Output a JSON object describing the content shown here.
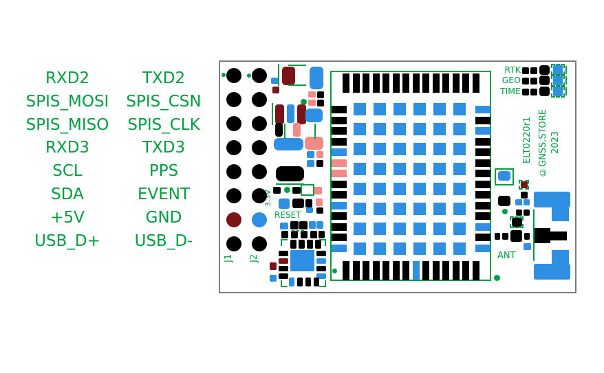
{
  "pin_labels": {
    "left_column": [
      "RXD2",
      "SPIS_MOSI",
      "SPIS_MISO",
      "RXD3",
      "SCL",
      "SDA",
      "+5V",
      "USB_D+"
    ],
    "right_column": [
      "TXD2",
      "SPIS_CSN",
      "SPIS_CLK",
      "TXD3",
      "PPS",
      "EVENT",
      "GND",
      "USB_D-"
    ]
  },
  "silkscreen": {
    "j1": "J1",
    "j2": "J2",
    "v33": "3.3V",
    "reset": "RESET",
    "ant": "ANT",
    "led_labels": [
      "RTK",
      "GEO",
      "TIME"
    ],
    "board_name": "ELT0220r1",
    "store": "©GNSS.STORE",
    "year": "2023"
  },
  "colors": {
    "silk_green": "#009E40",
    "pad_black": "#000000",
    "pad_blue": "#2E8FE3",
    "pad_pink": "#F48A88",
    "pad_maroon": "#7A1418",
    "board_border": "#7D7D7D",
    "background": "#FFFFFF"
  },
  "module": {
    "grid": {
      "rows": 8,
      "cols": 6
    },
    "top_pads": [
      "k",
      "k",
      "k",
      "k",
      "k",
      "k",
      "k",
      "k",
      "k",
      "k",
      "k",
      "k",
      "k",
      "k"
    ],
    "bottom_pads": [
      "k",
      "k",
      "k",
      "k",
      "k",
      "k",
      "k",
      "b",
      "k",
      "k",
      "k",
      "k",
      "k",
      "k"
    ],
    "left_pads": [
      "k",
      "k",
      "k",
      "k",
      "b",
      "p",
      "p",
      "k",
      "k",
      "b",
      "k",
      "k",
      "k",
      "b"
    ],
    "right_pads": [
      "b",
      "k",
      "b",
      "k",
      "k",
      "k",
      "k",
      "k",
      "k",
      "k",
      "k",
      "b",
      "k",
      "b"
    ]
  },
  "components": {
    "circles": [
      [
        2,
        16,
        6,
        "g"
      ],
      [
        39,
        17,
        6,
        "g"
      ],
      [
        9,
        9,
        22,
        "k"
      ],
      [
        9,
        44,
        22,
        "k"
      ],
      [
        9,
        79,
        22,
        "k"
      ],
      [
        9,
        114,
        22,
        "k"
      ],
      [
        9,
        149,
        22,
        "k"
      ],
      [
        9,
        184,
        22,
        "k"
      ],
      [
        9,
        219,
        22,
        "m"
      ],
      [
        9,
        254,
        22,
        "k"
      ],
      [
        46,
        9,
        22,
        "k"
      ],
      [
        46,
        44,
        22,
        "k"
      ],
      [
        46,
        79,
        22,
        "k"
      ],
      [
        46,
        114,
        22,
        "k"
      ],
      [
        46,
        149,
        22,
        "k"
      ],
      [
        46,
        184,
        22,
        "k"
      ],
      [
        46,
        219,
        22,
        "b"
      ],
      [
        46,
        254,
        22,
        "k"
      ],
      [
        117,
        54,
        9,
        "g"
      ],
      [
        93,
        182,
        9,
        "g"
      ],
      [
        163,
        301,
        7,
        "g"
      ],
      [
        410,
        214,
        8,
        "g"
      ],
      [
        398,
        310,
        9,
        "g"
      ]
    ],
    "rects": [
      [
        90,
        7,
        19,
        27,
        "m",
        5
      ],
      [
        130,
        7,
        20,
        33,
        "b",
        6
      ],
      [
        74,
        23,
        11,
        9,
        "b",
        2
      ],
      [
        76,
        36,
        10,
        10,
        "m",
        2
      ],
      [
        128,
        43,
        11,
        9,
        "p",
        2
      ],
      [
        141,
        43,
        10,
        10,
        "k",
        2
      ],
      [
        128,
        55,
        11,
        9,
        "p",
        2
      ],
      [
        141,
        55,
        10,
        10,
        "k",
        2
      ],
      [
        80,
        62,
        13,
        29,
        "m",
        4
      ],
      [
        97,
        62,
        11,
        27,
        "b",
        3
      ],
      [
        112,
        62,
        13,
        29,
        "m",
        4
      ],
      [
        124,
        68,
        25,
        20,
        "b",
        6
      ],
      [
        80,
        89,
        11,
        20,
        "k",
        4
      ],
      [
        106,
        89,
        11,
        20,
        "p",
        3
      ],
      [
        78,
        111,
        43,
        18,
        "b",
        7
      ],
      [
        123,
        109,
        27,
        19,
        "p",
        6
      ],
      [
        126,
        130,
        11,
        10,
        "b",
        2
      ],
      [
        140,
        130,
        10,
        10,
        "p",
        2
      ],
      [
        126,
        143,
        11,
        10,
        "b",
        2
      ],
      [
        140,
        143,
        10,
        10,
        "k",
        2
      ],
      [
        81,
        152,
        41,
        22,
        "k",
        8
      ],
      [
        77,
        182,
        11,
        10,
        "k",
        2
      ],
      [
        105,
        182,
        12,
        10,
        "k",
        2
      ],
      [
        135,
        182,
        13,
        11,
        "p",
        2
      ],
      [
        85,
        199,
        16,
        15,
        "b",
        3
      ],
      [
        105,
        199,
        17,
        14,
        "k",
        3
      ],
      [
        124,
        200,
        10,
        12,
        "k",
        2
      ],
      [
        139,
        199,
        10,
        11,
        "p",
        2
      ],
      [
        125,
        212,
        10,
        8,
        "b",
        2
      ],
      [
        140,
        212,
        10,
        9,
        "k",
        2
      ],
      [
        87,
        234,
        12,
        10,
        "b",
        2
      ],
      [
        102,
        232,
        12,
        12,
        "k",
        2
      ],
      [
        115,
        232,
        12,
        12,
        "k",
        2
      ],
      [
        129,
        232,
        10,
        11,
        "b",
        2
      ],
      [
        140,
        232,
        10,
        11,
        "b",
        2
      ],
      [
        89,
        246,
        10,
        11,
        "k",
        2
      ],
      [
        103,
        246,
        10,
        11,
        "k",
        2
      ],
      [
        117,
        246,
        10,
        11,
        "k",
        2
      ],
      [
        131,
        246,
        10,
        11,
        "k",
        2
      ],
      [
        143,
        246,
        9,
        11,
        "k",
        2
      ],
      [
        102,
        259,
        9,
        13,
        "k",
        2
      ],
      [
        114,
        259,
        9,
        13,
        "k",
        2
      ],
      [
        126,
        259,
        9,
        13,
        "k",
        2
      ],
      [
        138,
        259,
        9,
        13,
        "k",
        2
      ],
      [
        102,
        274,
        35,
        31,
        "b",
        2
      ],
      [
        85,
        275,
        14,
        8,
        "k",
        2
      ],
      [
        85,
        286,
        14,
        8,
        "m",
        2
      ],
      [
        85,
        297,
        14,
        8,
        "k",
        2
      ],
      [
        85,
        308,
        14,
        8,
        "k",
        2
      ],
      [
        140,
        275,
        14,
        8,
        "k",
        2
      ],
      [
        140,
        286,
        14,
        8,
        "b",
        2
      ],
      [
        140,
        297,
        14,
        8,
        "k",
        2
      ],
      [
        140,
        308,
        14,
        8,
        "b",
        2
      ],
      [
        100,
        314,
        8,
        13,
        "b",
        2
      ],
      [
        112,
        314,
        8,
        13,
        "k",
        2
      ],
      [
        124,
        314,
        8,
        13,
        "k",
        2
      ],
      [
        136,
        314,
        8,
        13,
        "k",
        2
      ],
      [
        72,
        292,
        10,
        11,
        "m",
        2
      ],
      [
        72,
        310,
        10,
        10,
        "b",
        2
      ],
      [
        439,
        8,
        10,
        10,
        "k",
        2
      ],
      [
        451,
        8,
        10,
        10,
        "k",
        2
      ],
      [
        464,
        5,
        15,
        14,
        "k",
        4
      ],
      [
        484,
        5,
        14,
        14,
        "b",
        2
      ],
      [
        439,
        23,
        10,
        10,
        "k",
        2
      ],
      [
        451,
        23,
        10,
        10,
        "k",
        2
      ],
      [
        464,
        20,
        15,
        14,
        "k",
        4
      ],
      [
        484,
        20,
        14,
        14,
        "b",
        2
      ],
      [
        439,
        39,
        10,
        10,
        "k",
        2
      ],
      [
        451,
        39,
        10,
        10,
        "k",
        2
      ],
      [
        464,
        36,
        15,
        14,
        "k",
        4
      ],
      [
        484,
        36,
        14,
        14,
        "b",
        2
      ],
      [
        404,
        159,
        18,
        14,
        "b",
        4
      ],
      [
        437,
        174,
        10,
        10,
        "m",
        2
      ],
      [
        437,
        189,
        10,
        10,
        "k",
        2
      ],
      [
        404,
        195,
        18,
        15,
        "k",
        4
      ],
      [
        429,
        200,
        10,
        9,
        "b",
        2
      ],
      [
        441,
        200,
        9,
        9,
        "b",
        2
      ],
      [
        430,
        215,
        9,
        9,
        "k",
        2
      ],
      [
        441,
        215,
        9,
        9,
        "k",
        2
      ],
      [
        424,
        227,
        15,
        13,
        "k",
        3
      ],
      [
        399,
        249,
        8,
        10,
        "k",
        2
      ],
      [
        410,
        249,
        9,
        10,
        "k",
        2
      ],
      [
        422,
        245,
        17,
        17,
        "k",
        3
      ],
      [
        442,
        249,
        8,
        10,
        "k",
        2
      ],
      [
        441,
        264,
        11,
        10,
        "b",
        2
      ],
      [
        456,
        189,
        53,
        23,
        "b",
        3
      ],
      [
        482,
        212,
        25,
        20,
        "b",
        0
      ],
      [
        456,
        242,
        24,
        22,
        "k",
        0
      ],
      [
        480,
        247,
        24,
        13,
        "k",
        0
      ],
      [
        482,
        274,
        25,
        20,
        "b",
        0
      ],
      [
        456,
        294,
        53,
        23,
        "b",
        3
      ]
    ],
    "lines": [
      [
        84,
        3,
        2,
        32
      ],
      [
        99,
        4,
        26,
        2
      ],
      [
        99,
        33,
        26,
        2
      ],
      [
        75,
        60,
        2,
        32
      ],
      [
        93,
        90,
        2,
        22
      ],
      [
        137,
        90,
        2,
        22
      ],
      [
        81,
        177,
        41,
        2
      ],
      [
        104,
        245,
        4,
        2
      ],
      [
        111,
        245,
        4,
        2
      ],
      [
        118,
        245,
        4,
        2
      ],
      [
        502,
        6,
        2,
        12
      ],
      [
        502,
        21,
        2,
        12
      ],
      [
        502,
        37,
        2,
        12
      ],
      [
        455,
        215,
        2,
        75
      ]
    ],
    "outlines": [
      [
        117,
        178,
        20,
        17,
        "solid",
        "#ffffff"
      ],
      [
        399,
        155,
        28,
        25,
        "solid",
        ""
      ],
      [
        481,
        3,
        20,
        17,
        "dashed",
        ""
      ],
      [
        481,
        19,
        20,
        17,
        "dashed",
        ""
      ],
      [
        481,
        35,
        20,
        17,
        "dashed",
        ""
      ],
      [
        434,
        172,
        15,
        14,
        "dashed",
        ""
      ],
      [
        421,
        225,
        20,
        17,
        "dashed",
        ""
      ],
      [
        88,
        258,
        10,
        10,
        "tl",
        ""
      ],
      [
        144,
        258,
        10,
        10,
        "tr",
        ""
      ],
      [
        88,
        318,
        10,
        10,
        "bl",
        ""
      ],
      [
        144,
        318,
        10,
        10,
        "br",
        ""
      ]
    ]
  }
}
